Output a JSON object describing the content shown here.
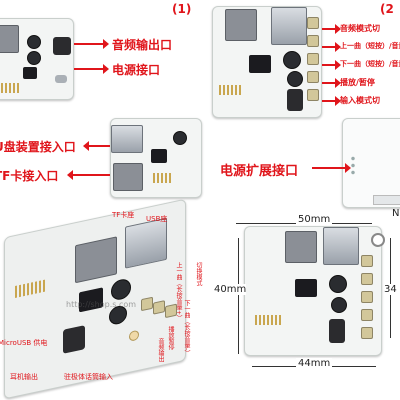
{
  "panel1": {
    "number": "(1)",
    "labels": [
      "音频输出口",
      "电源接口"
    ]
  },
  "panel2": {
    "number": "(2",
    "labels": [
      "音频模式切",
      "上一曲（短按）/音量",
      "下一曲（短按）/音量",
      "播放/暂停",
      "输入模式切"
    ]
  },
  "panel3": {
    "labels": [
      "U盘装置接入口",
      "TF卡接入口"
    ]
  },
  "panel4": {
    "labels": [
      "电源扩展接口"
    ]
  },
  "panel5": {
    "labels": [
      "TF卡座",
      "USB座",
      "MicroUSB 供电",
      "耳机输出",
      "驻极体话筒输入",
      "上一曲（长按音量+）",
      "下一曲（长按音量-）",
      "播放暂停",
      "音频输出",
      "切换模式"
    ],
    "watermark": "http://shop.s.com"
  },
  "panel6": {
    "dim_top": "50mm",
    "dim_left": "40mm",
    "dim_bottom": "44mm",
    "dim_right": "34",
    "corner_label": "N"
  }
}
